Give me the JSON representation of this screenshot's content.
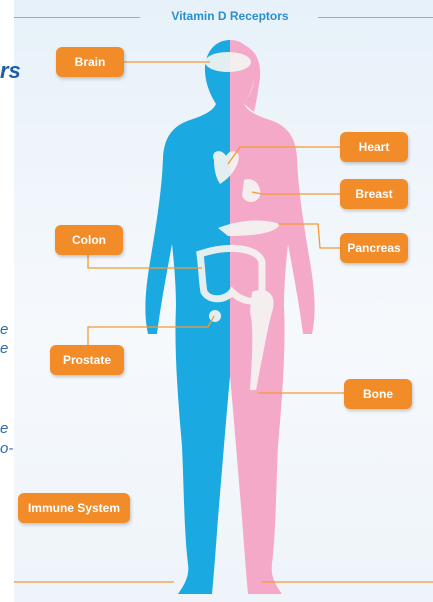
{
  "title": "Vitamin D Receptors",
  "edge_text": {
    "rs": "rs",
    "e1": "e",
    "e2": "e",
    "e3": "e",
    "o": "o-"
  },
  "labels": {
    "brain": "Brain",
    "heart": "Heart",
    "breast": "Breast",
    "colon": "Colon",
    "pancreas": "Pancreas",
    "prostate": "Prostate",
    "bone": "Bone",
    "immune": "Immune System"
  },
  "colors": {
    "male_body": "#1ba9e1",
    "female_body": "#f5a9c8",
    "badge": "#f28c28",
    "title": "#2a8fcf"
  }
}
